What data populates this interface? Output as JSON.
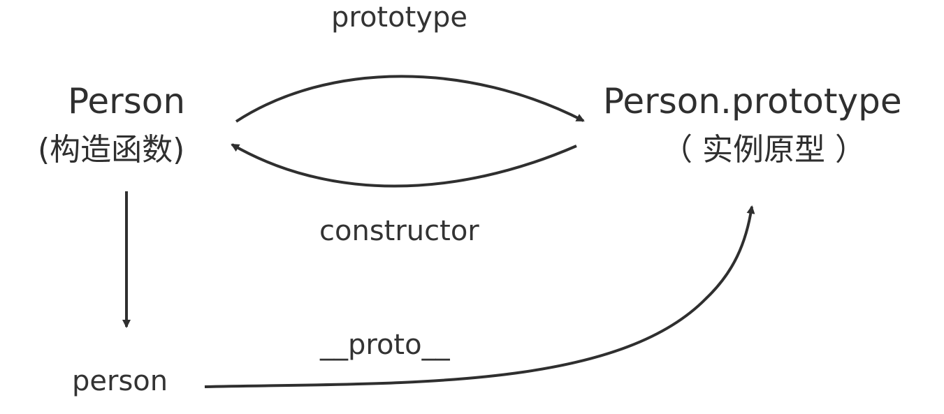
{
  "nodes": {
    "person_constructor": {
      "title": "Person",
      "subtitle": "(构造函数)"
    },
    "person_prototype": {
      "title": "Person.prototype",
      "subtitle": "（ 实例原型 ）"
    },
    "person_instance": {
      "label": "person"
    }
  },
  "edges": {
    "prototype": "prototype",
    "constructor": "constructor",
    "proto": "__proto__"
  },
  "colors": {
    "stroke": "#2f2f2f",
    "text": "#333333",
    "background": "#ffffff"
  }
}
